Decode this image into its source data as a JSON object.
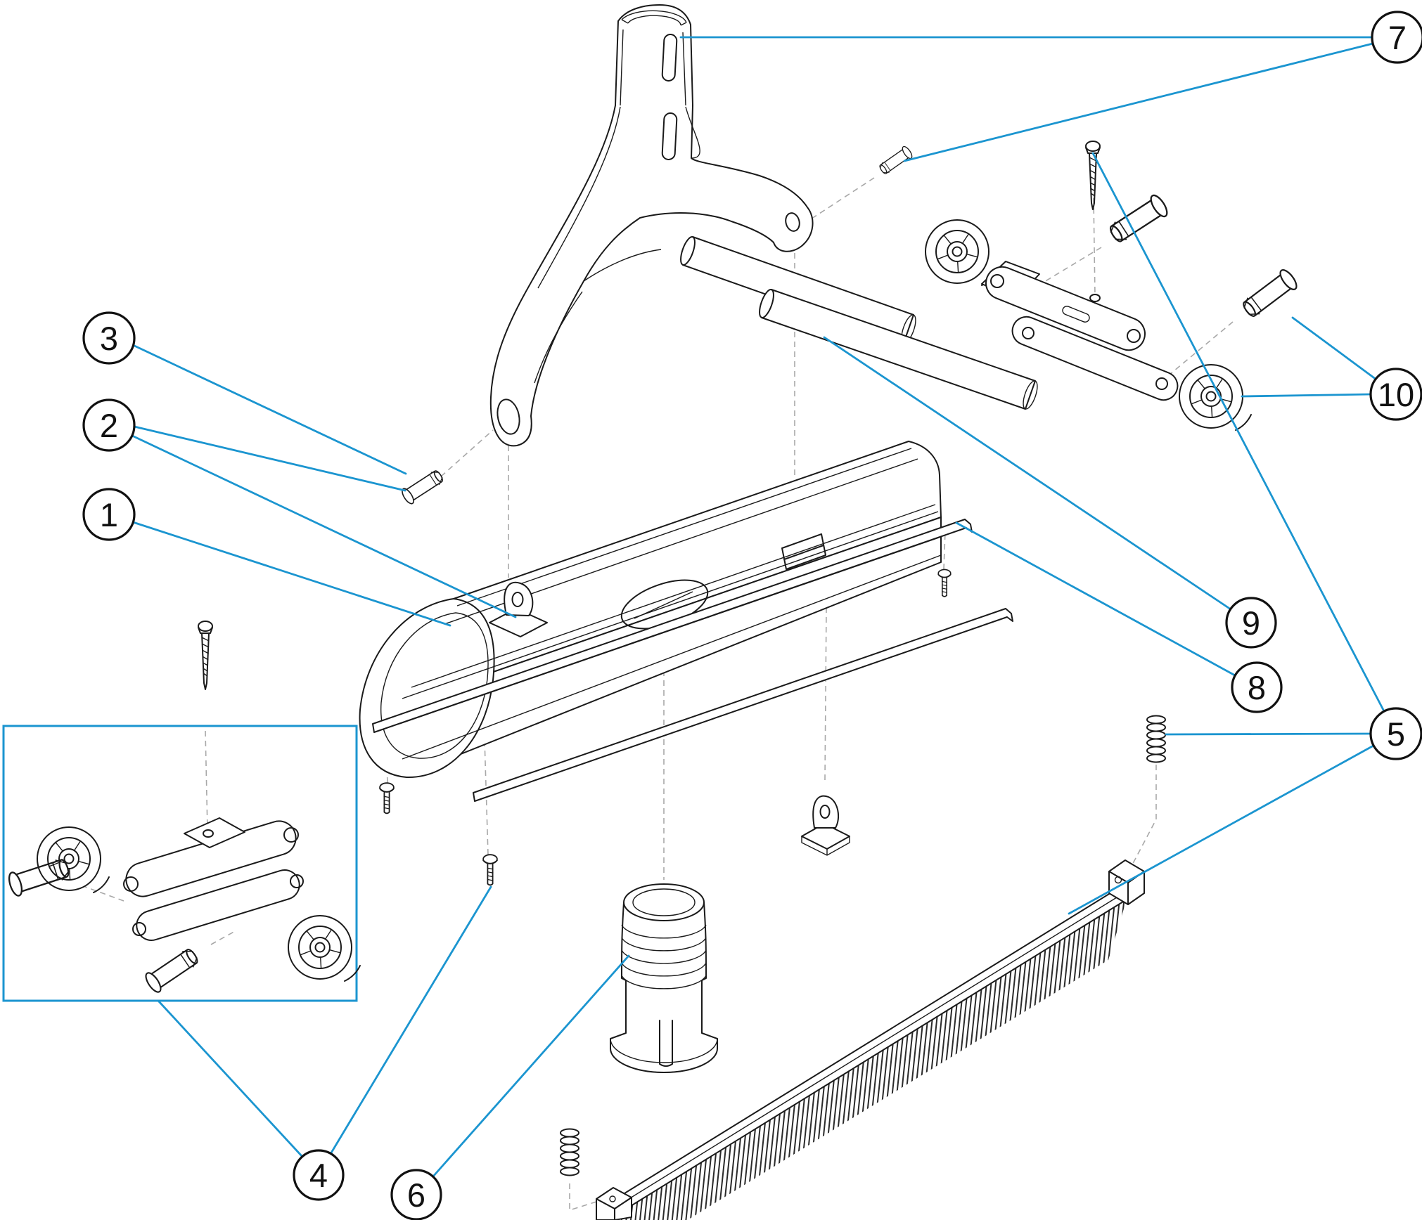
{
  "diagram": {
    "type": "exploded-parts-diagram",
    "description": "Exploded view line drawing of a vacuum cleaner head assembly with numbered part callouts",
    "colors": {
      "background": "#ffffff",
      "line": "#1a1a1a",
      "leader": "#1b95d0",
      "construction": "#a8a8a8",
      "detail_box_stroke": "#1b95d0",
      "callout_fill": "#ffffff",
      "callout_stroke": "#111111"
    },
    "callouts": [
      {
        "label": "1",
        "part": "body-profile"
      },
      {
        "label": "2",
        "part": "hinge-rivets"
      },
      {
        "label": "3",
        "part": "handle-rivet"
      },
      {
        "label": "4",
        "part": "wheel-support-assembly"
      },
      {
        "label": "5",
        "part": "brush-fixing-kit"
      },
      {
        "label": "6",
        "part": "hose-connector"
      },
      {
        "label": "7",
        "part": "handle-fork"
      },
      {
        "label": "8",
        "part": "runner-strip"
      },
      {
        "label": "9",
        "part": "guide-rods"
      },
      {
        "label": "10",
        "part": "wheel-with-axle"
      }
    ]
  }
}
